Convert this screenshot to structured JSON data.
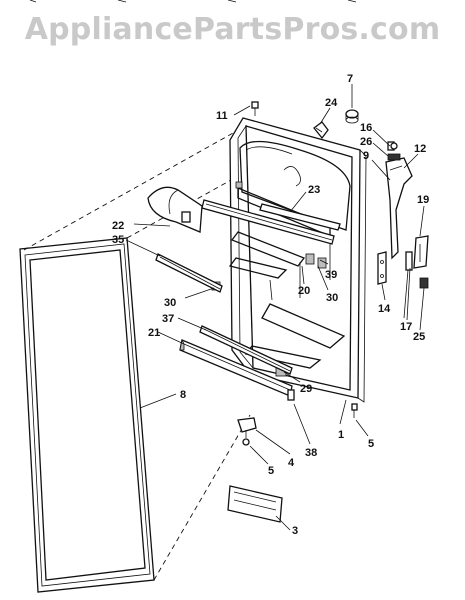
{
  "watermark": "AppliancePartsPros.com",
  "callouts": [
    {
      "id": "7",
      "text": "7"
    },
    {
      "id": "24",
      "text": "24"
    },
    {
      "id": "11",
      "text": "11"
    },
    {
      "id": "16",
      "text": "16"
    },
    {
      "id": "26",
      "text": "26"
    },
    {
      "id": "12",
      "text": "12"
    },
    {
      "id": "9",
      "text": "9"
    },
    {
      "id": "23",
      "text": "23"
    },
    {
      "id": "22",
      "text": "22"
    },
    {
      "id": "35",
      "text": "35"
    },
    {
      "id": "19",
      "text": "19"
    },
    {
      "id": "39",
      "text": "39"
    },
    {
      "id": "20",
      "text": "20"
    },
    {
      "id": "30a",
      "text": "30"
    },
    {
      "id": "30b",
      "text": "30"
    },
    {
      "id": "14",
      "text": "14"
    },
    {
      "id": "37",
      "text": "37"
    },
    {
      "id": "17",
      "text": "17"
    },
    {
      "id": "21",
      "text": "21"
    },
    {
      "id": "25",
      "text": "25"
    },
    {
      "id": "29",
      "text": "29"
    },
    {
      "id": "8",
      "text": "8"
    },
    {
      "id": "1",
      "text": "1"
    },
    {
      "id": "5a",
      "text": "5"
    },
    {
      "id": "38",
      "text": "38"
    },
    {
      "id": "4",
      "text": "4"
    },
    {
      "id": "5b",
      "text": "5"
    },
    {
      "id": "3",
      "text": "3"
    }
  ]
}
